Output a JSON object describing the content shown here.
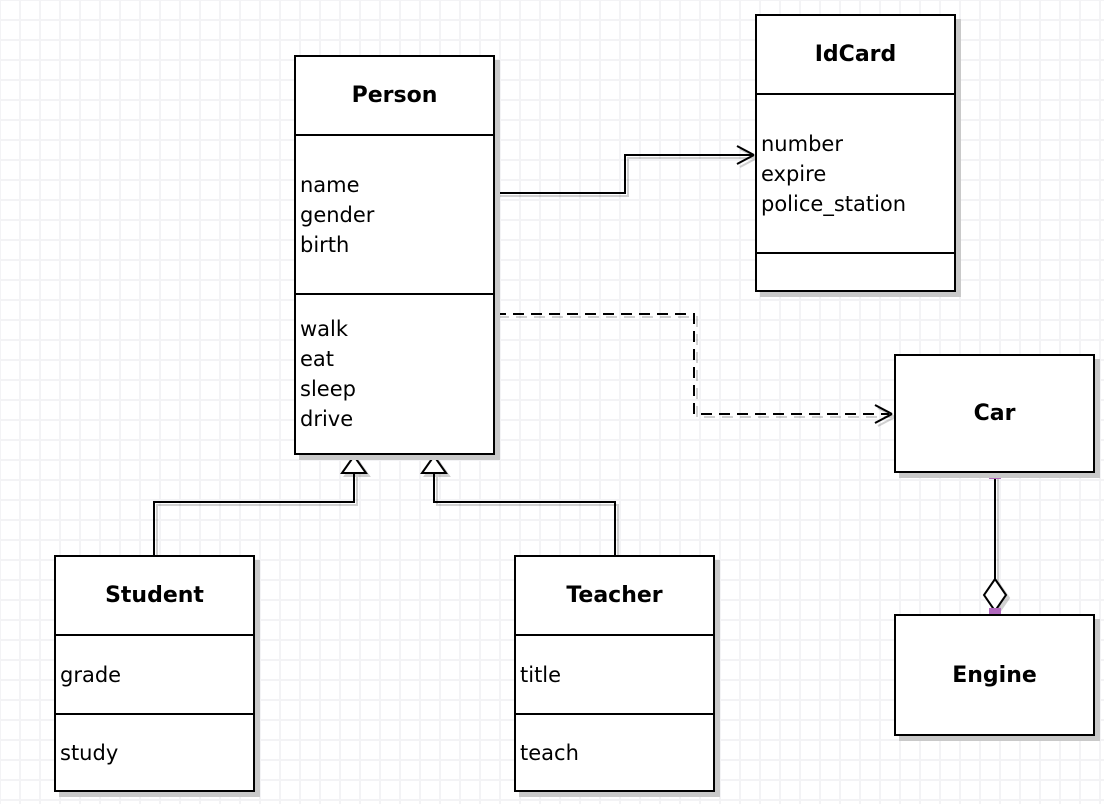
{
  "diagram": {
    "classes": [
      {
        "id": "person",
        "title": "Person",
        "attributes": [
          "name",
          "gender",
          "birth"
        ],
        "methods": [
          "walk",
          "eat",
          "sleep",
          "drive"
        ]
      },
      {
        "id": "idcard",
        "title": "IdCard",
        "attributes": [
          "number",
          "expire",
          "police_station"
        ],
        "methods": []
      },
      {
        "id": "car",
        "title": "Car",
        "attributes": [],
        "methods": []
      },
      {
        "id": "engine",
        "title": "Engine",
        "attributes": [],
        "methods": []
      },
      {
        "id": "student",
        "title": "Student",
        "attributes": [
          "grade"
        ],
        "methods": [
          "study"
        ]
      },
      {
        "id": "teacher",
        "title": "Teacher",
        "attributes": [
          "title"
        ],
        "methods": [
          "teach"
        ]
      }
    ],
    "relationships": [
      {
        "from": "Person",
        "to": "IdCard",
        "type": "association",
        "line": "solid",
        "end": "open-arrow"
      },
      {
        "from": "Person",
        "to": "Car",
        "type": "dependency",
        "line": "dashed",
        "end": "open-arrow"
      },
      {
        "from": "Student",
        "to": "Person",
        "type": "generalization",
        "line": "solid",
        "end": "hollow-triangle"
      },
      {
        "from": "Teacher",
        "to": "Person",
        "type": "generalization",
        "line": "solid",
        "end": "hollow-triangle"
      },
      {
        "from": "Car",
        "to": "Engine",
        "type": "aggregation",
        "line": "solid",
        "end": "hollow-diamond",
        "selected": true
      }
    ],
    "colors": {
      "box_border": "#000000",
      "box_fill": "#ffffff",
      "shadow": "#c9c9c9",
      "grid_line": "#f3f3f5",
      "background": "#ffffff",
      "endpoint_handle": "#b168bd"
    }
  }
}
